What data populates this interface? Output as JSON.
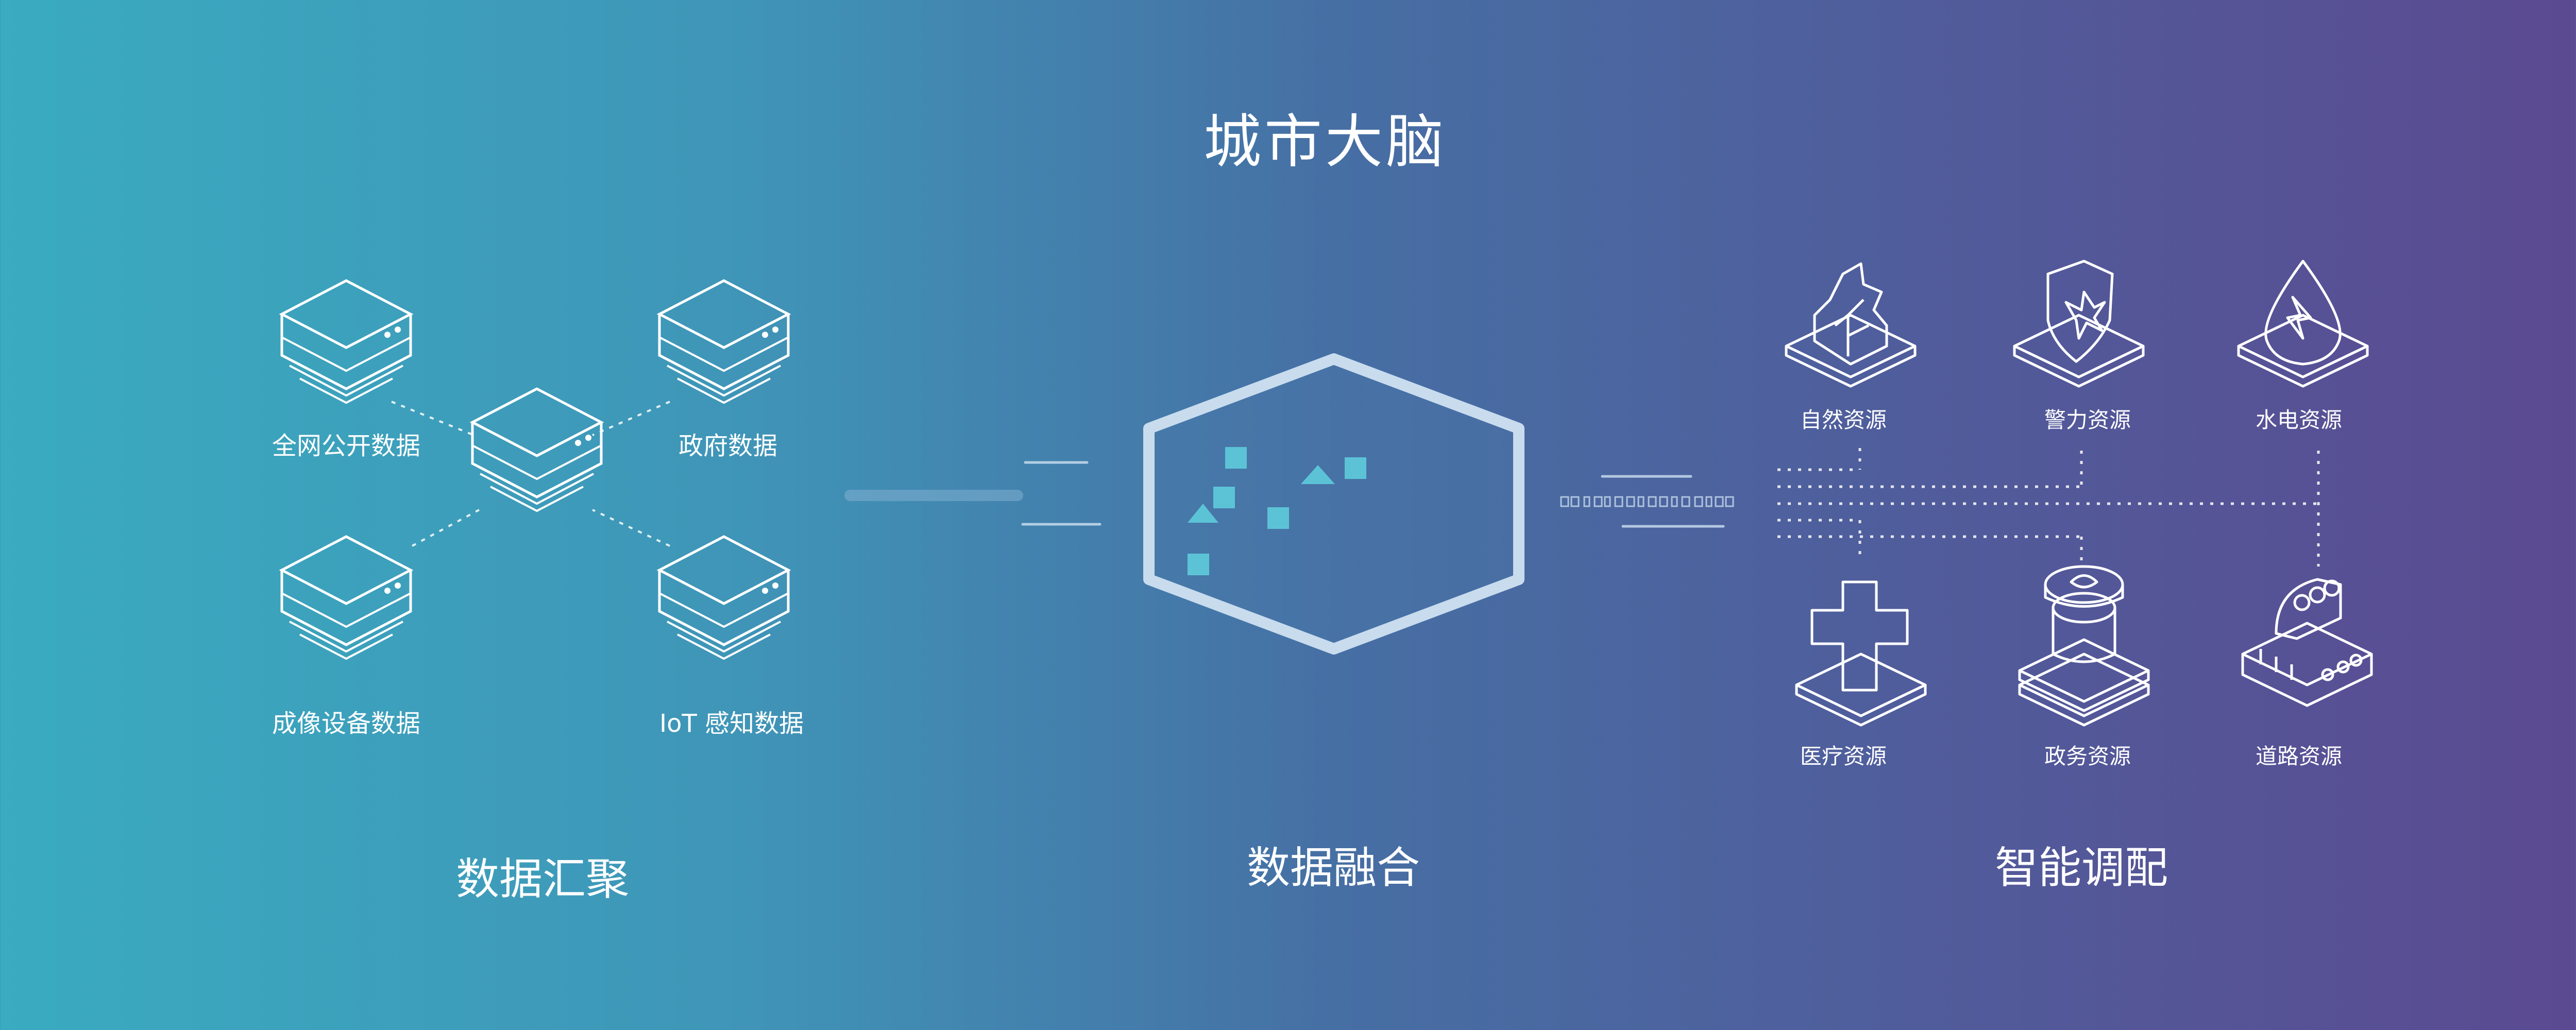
{
  "title": "城市大脑",
  "sections": {
    "aggregation": "数据汇聚",
    "fusion": "数据融合",
    "dispatch": "智能调配"
  },
  "data_sources": [
    {
      "label": "全网公开数据",
      "icon": "database-stack-icon"
    },
    {
      "label": "政府数据",
      "icon": "database-stack-icon"
    },
    {
      "label": "成像设备数据",
      "icon": "database-stack-icon"
    },
    {
      "label": "IoT 感知数据",
      "icon": "database-stack-icon"
    }
  ],
  "hub_icon": "database-stack-icon",
  "fusion_icon": "hexagon-icon",
  "resources": [
    {
      "label": "自然资源",
      "icon": "tree-icon"
    },
    {
      "label": "警力资源",
      "icon": "police-badge-icon"
    },
    {
      "label": "水电资源",
      "icon": "water-power-icon"
    },
    {
      "label": "医疗资源",
      "icon": "medical-cross-icon"
    },
    {
      "label": "政务资源",
      "icon": "government-seal-icon"
    },
    {
      "label": "道路资源",
      "icon": "road-icon"
    }
  ],
  "colors": {
    "gradient_left": "#3aabc0",
    "gradient_right": "#5b4a91",
    "line": "#ffffff",
    "hexagon_fill": "#c8dcee",
    "square_accent": "#5cc3d6"
  }
}
